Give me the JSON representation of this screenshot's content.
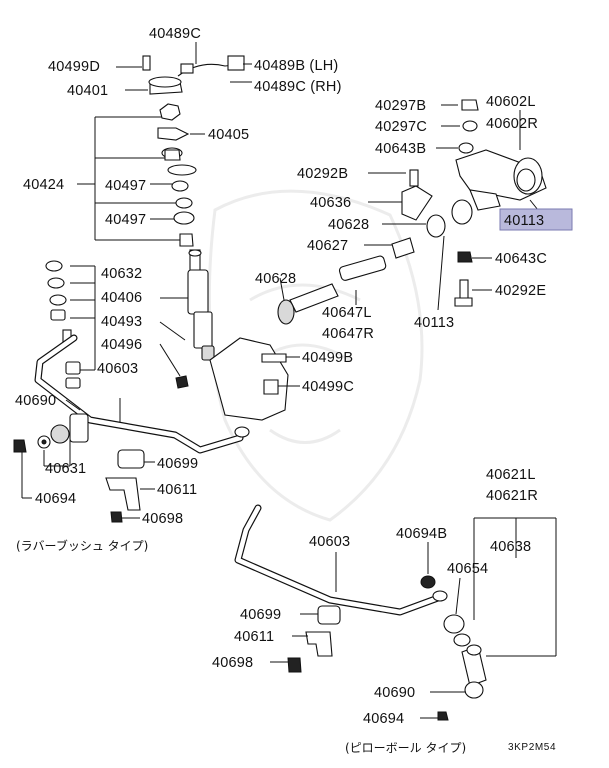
{
  "labels": {
    "p40489C": "40489C",
    "p40499D": "40499D",
    "p40489B_LH": "40489B (LH)",
    "p40401": "40401",
    "p40489C_RH": "40489C (RH)",
    "p40405": "40405",
    "p40424": "40424",
    "p40497a": "40497",
    "p40497b": "40497",
    "p40632": "40632",
    "p40406": "40406",
    "p40493": "40493",
    "p40496": "40496",
    "p40603a": "40603",
    "p40690a": "40690",
    "p40631": "40631",
    "p40694a": "40694",
    "p40699a": "40699",
    "p40611a": "40611",
    "p40698a": "40698",
    "p40297B": "40297B",
    "p40297C": "40297C",
    "p40643B": "40643B",
    "p40602L": "40602L",
    "p40602R": "40602R",
    "p40292B": "40292B",
    "p40636": "40636",
    "p40628a": "40628",
    "p40113a": "40113",
    "p40627": "40627",
    "p40643C": "40643C",
    "p40628b": "40628",
    "p40647L": "40647L",
    "p40647R": "40647R",
    "p40292E": "40292E",
    "p40113b": "40113",
    "p40499B": "40499B",
    "p40499C": "40499C",
    "p40621L": "40621L",
    "p40621R": "40621R",
    "p40694B": "40694B",
    "p40638": "40638",
    "p40603b": "40603",
    "p40654": "40654",
    "p40699b": "40699",
    "p40611b": "40611",
    "p40698b": "40698",
    "p40690b": "40690",
    "p40694c": "40694"
  },
  "notes": {
    "rubber_bush_type": "(ラバーブッシュ タイプ)",
    "pillow_ball_type": "(ピローボール タイプ)",
    "diagram_code": "3KP2M54"
  },
  "colors": {
    "ink": "#111111",
    "highlight_fill": "#b9b9dc",
    "highlight_border": "#7a7ab0",
    "part_shade": "#d9d9d9",
    "watermark": "#ececec"
  }
}
